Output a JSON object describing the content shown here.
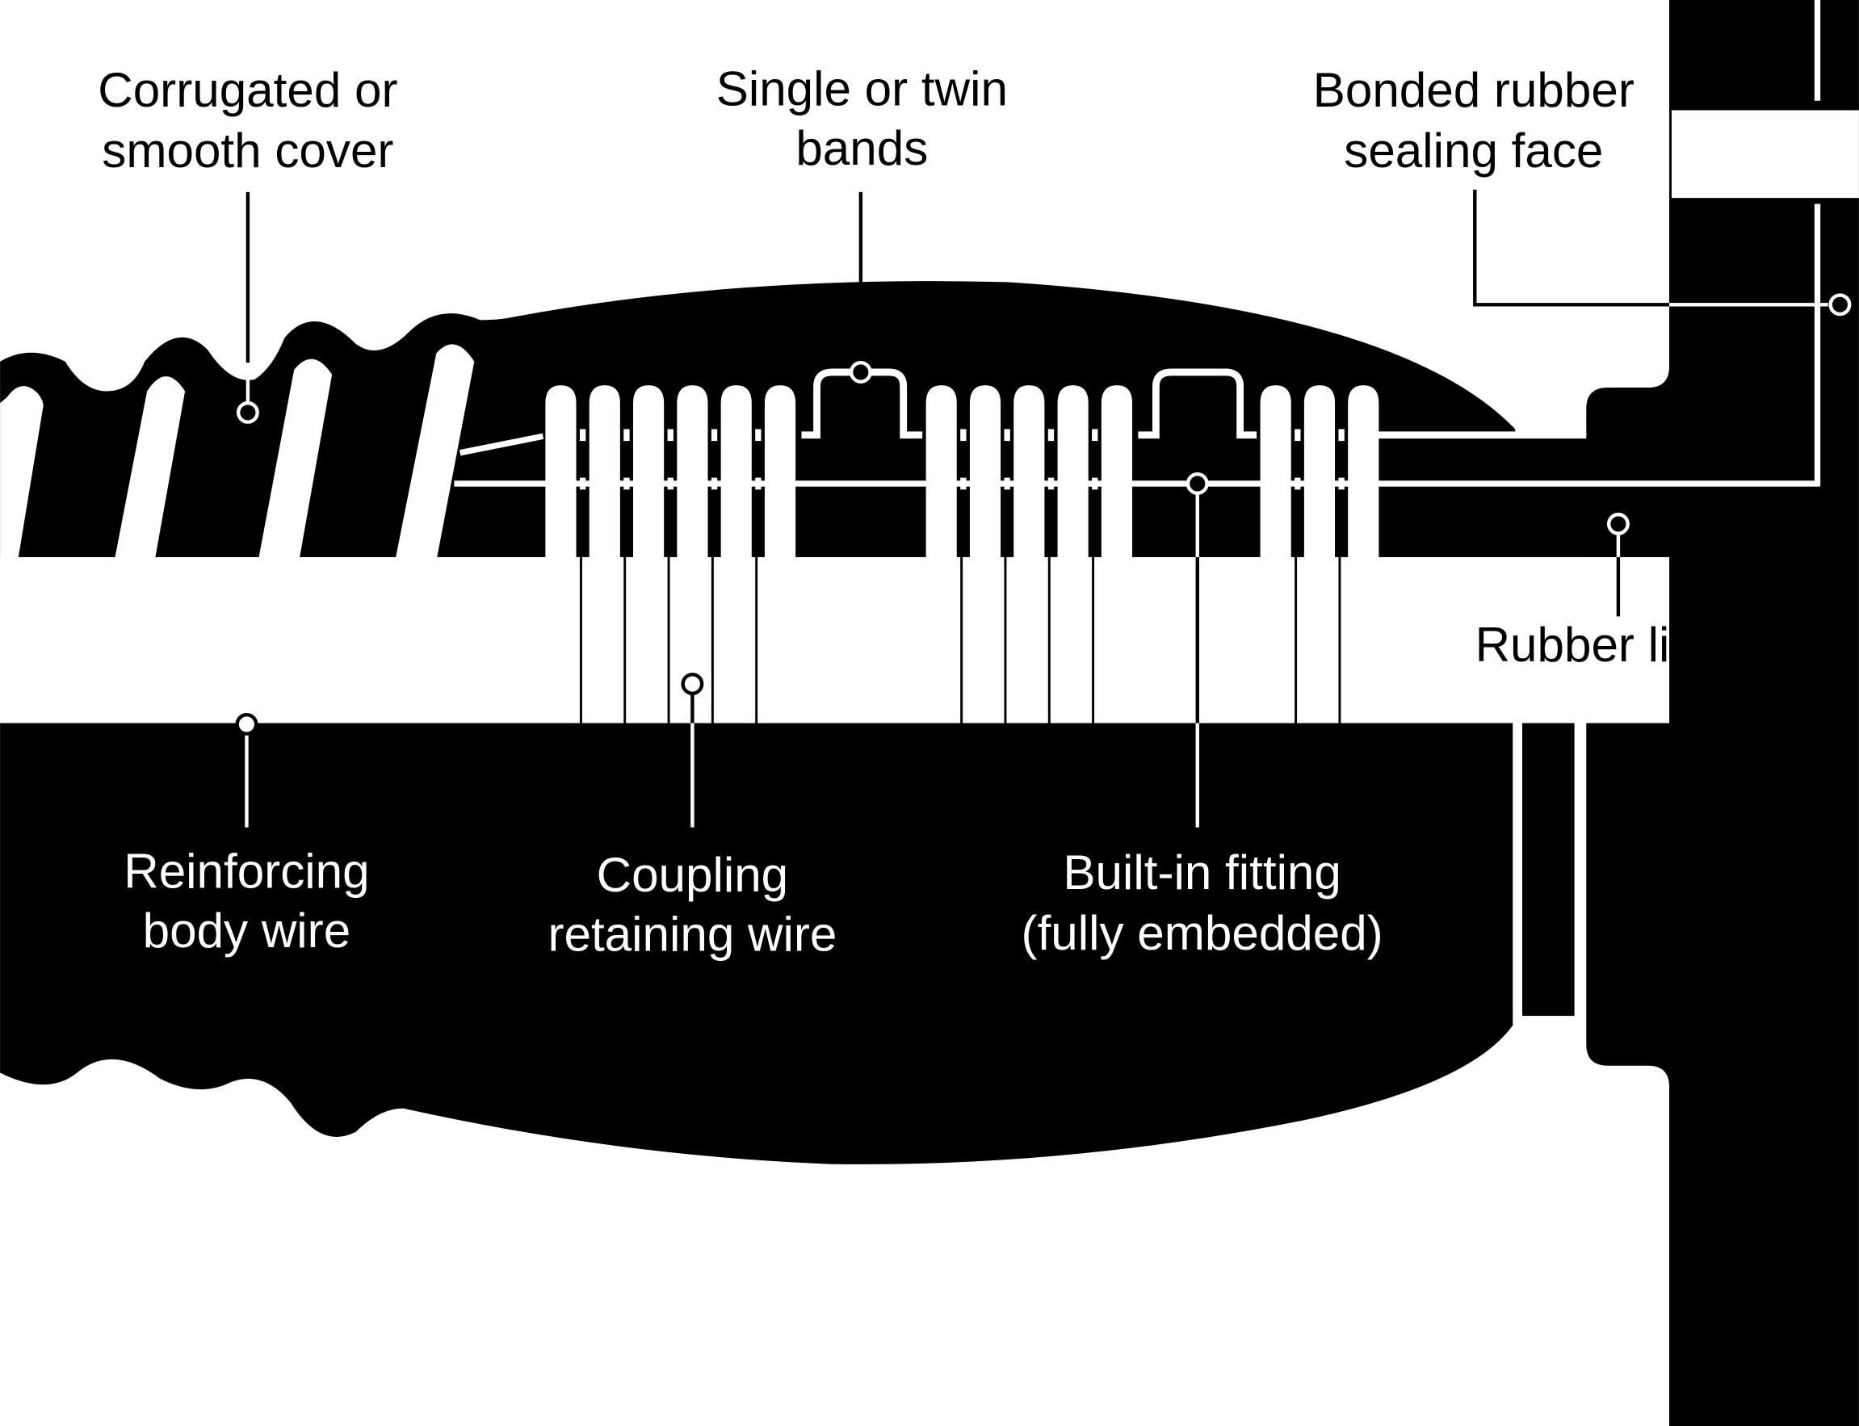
{
  "diagram": {
    "title": "Hose with built-in fitting cross-section",
    "colors": {
      "ink": "#000000",
      "paper": "#ffffff"
    },
    "labels": {
      "cover": [
        "Corrugated or",
        "smooth cover"
      ],
      "bands": [
        "Single or twin",
        "bands"
      ],
      "sealing_face": [
        "Bonded rubber",
        "sealing face"
      ],
      "rubber_lining": [
        "Rubber lining"
      ],
      "body_wire": [
        "Reinforcing",
        "body wire"
      ],
      "retaining_wire": [
        "Coupling",
        "retaining wire"
      ],
      "fitting": [
        "Built-in fitting",
        "(fully embedded)"
      ]
    }
  }
}
